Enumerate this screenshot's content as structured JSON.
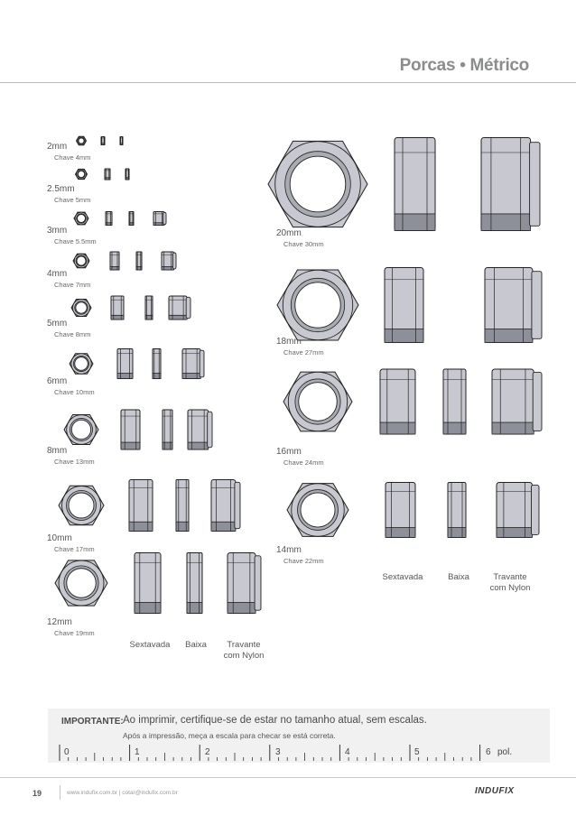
{
  "header": {
    "title": "Porcas • Métrico"
  },
  "sizes": [
    {
      "size": "2mm",
      "key": "Chave 4mm"
    },
    {
      "size": "2.5mm",
      "key": "Chave 5mm"
    },
    {
      "size": "3mm",
      "key": "Chave 5.5mm"
    },
    {
      "size": "4mm",
      "key": "Chave 7mm"
    },
    {
      "size": "5mm",
      "key": "Chave 8mm"
    },
    {
      "size": "6mm",
      "key": "Chave 10mm"
    },
    {
      "size": "8mm",
      "key": "Chave 13mm"
    },
    {
      "size": "10mm",
      "key": "Chave 17mm"
    },
    {
      "size": "12mm",
      "key": "Chave 19mm"
    },
    {
      "size": "20mm",
      "key": "Chave 30mm"
    },
    {
      "size": "18mm",
      "key": "Chave 27mm"
    },
    {
      "size": "16mm",
      "key": "Chave 24mm"
    },
    {
      "size": "14mm",
      "key": "Chave 22mm"
    }
  ],
  "captions": {
    "hex": "Sextavada",
    "thin": "Baixa",
    "nylon_1": "Travante",
    "nylon_2": "com Nylon"
  },
  "notice": {
    "label": "IMPORTANTE:",
    "text": "Ao imprimir, certifique-se de estar no tamanho atual, sem escalas.",
    "subtext": "Após a impressão, meça a escala para checar se está correta."
  },
  "ruler": {
    "ticks": [
      "0",
      "1",
      "2",
      "3",
      "4",
      "5",
      "6"
    ],
    "unit": "pol."
  },
  "footer": {
    "page_number": "19",
    "url": "www.indufix.com.br | cotar@indufix.com.br",
    "logo": "INDUFIX"
  }
}
